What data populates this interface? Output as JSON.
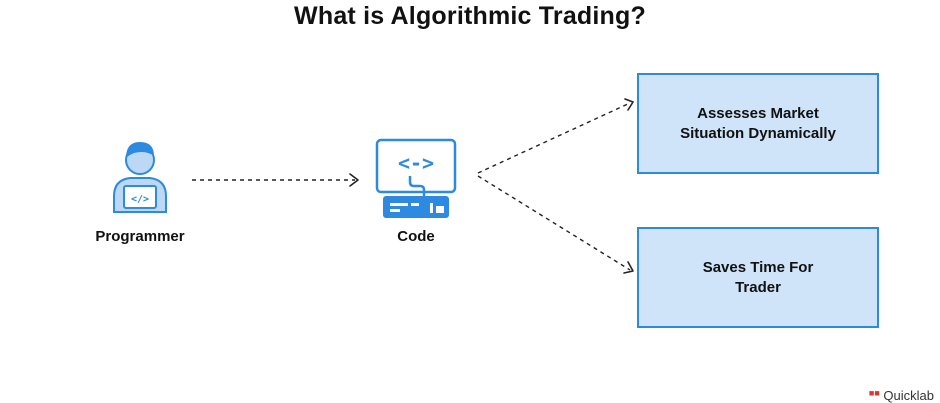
{
  "title": "What is Algorithmic Trading?",
  "nodes": {
    "programmer": {
      "label": "Programmer",
      "icon": "programmer-icon"
    },
    "code": {
      "label": "Code",
      "icon": "code-icon"
    }
  },
  "outcomes": [
    {
      "label": "Assesses Market Situation Dynamically"
    },
    {
      "label": "Saves Time For Trader"
    }
  ],
  "branding": {
    "logo_text": "Quicklab"
  },
  "colors": {
    "accent": "#2d8ae0",
    "box_fill": "#cfe3f9",
    "icon_fill": "#bcd8f5"
  }
}
